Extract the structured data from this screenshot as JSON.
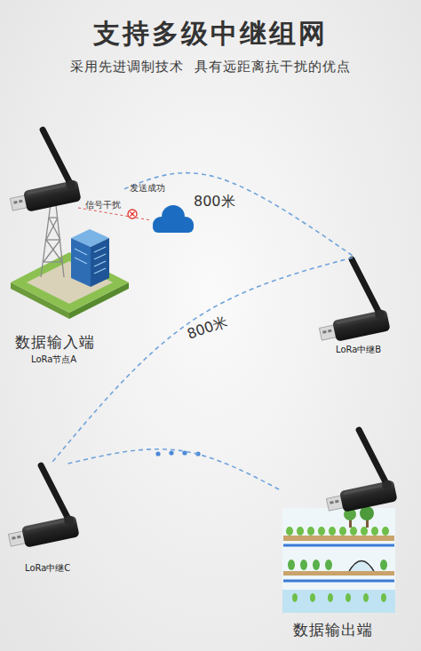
{
  "diagram": {
    "title": "支持多级中继组网",
    "nodes": [
      {
        "text": [
          "数据输入端",
          "LoRa节点A"
        ]
      },
      {
        "text": [
          "LoRa中继B"
        ]
      },
      {
        "text": [
          "LoRa中继C"
        ]
      },
      {
        "text": [
          "数据输出端"
        ]
      }
    ],
    "edges": [
      {
        "from": 0,
        "to": 1,
        "label": "800米",
        "arrow": "none"
      },
      {
        "from": 1,
        "to": 2,
        "label": "800米",
        "arrow": "none"
      },
      {
        "from": 2,
        "to": 3,
        "arrow": "none"
      }
    ],
    "labels": [
      "采用先进调制技术  具有远距离抗干扰的优点",
      "发送成功",
      "信号干扰"
    ]
  }
}
